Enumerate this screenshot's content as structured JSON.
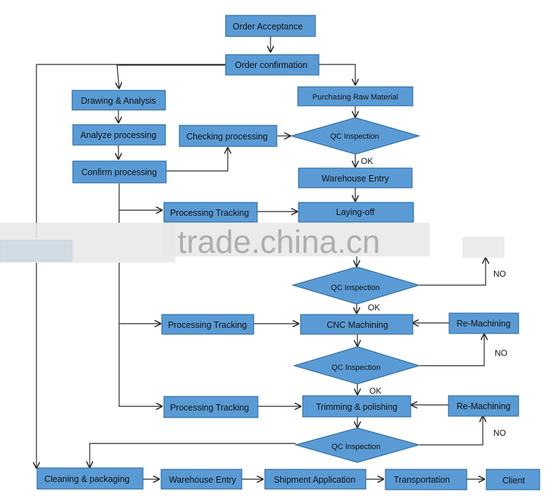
{
  "colors": {
    "box_fill": "#5b9bd5",
    "box_stroke": "#2e6da4",
    "line": "#222222",
    "watermark": "#9a9a9a"
  },
  "watermark": "trade.china.cn",
  "nodes": {
    "order_acceptance": "Order Acceptance",
    "order_confirmation": "Order confirmation",
    "drawing_analysis": "Drawing & Analysis",
    "analyze_processing": "Analyze processing",
    "confirm_processing": "Confirm processing",
    "checking_processing": "Checking processing",
    "purchasing_raw_material": "Purchasing Raw Material",
    "qc_inspection_1": "QC Inspection",
    "warehouse_entry_1": "Warehouse Entry",
    "processing_tracking_1": "Processing Tracking",
    "laying_off": "Laying-off",
    "qc_inspection_2": "QC Inspection",
    "processing_tracking_2": "Processing Tracking",
    "cnc_machining": "CNC Machining",
    "re_machining_1": "Re-Machining",
    "qc_inspection_3": "QC Inspection",
    "processing_tracking_3": "Processing Tracking",
    "trimming_polishing": "Trimming & polishing",
    "re_machining_2": "Re-Machining",
    "qc_inspection_4": "QC Inspection",
    "cleaning_packaging": "Cleaning & packaging",
    "warehouse_entry_2": "Warehouse Entry",
    "shipment_application": "Shipment Application",
    "transportation": "Transportation",
    "client": "Client"
  },
  "edge_labels": {
    "ok_1": "OK",
    "ok_2": "OK",
    "ok_3": "OK",
    "no_1": "NO",
    "no_2": "NO",
    "no_3": "NO"
  }
}
